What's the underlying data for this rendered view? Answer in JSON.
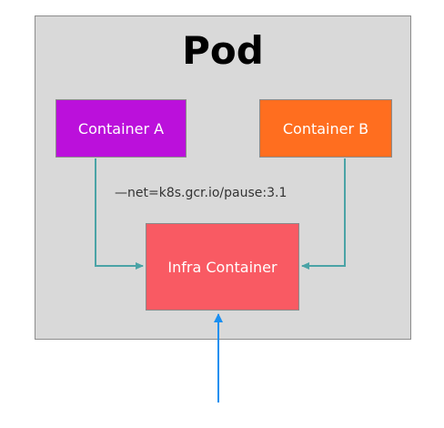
{
  "pod": {
    "title": "Pod",
    "background": "#d9d9d9"
  },
  "containers": {
    "a": {
      "label": "Container A",
      "color": "#bb10db"
    },
    "b": {
      "label": "Container B",
      "color": "#ff6e1f"
    },
    "infra": {
      "label": "Infra Container",
      "color": "#f95a63"
    }
  },
  "net_label": "—net=k8s.gcr.io/pause:3.1",
  "colors": {
    "connector": "#4aa3a6",
    "external_arrow": "#1a8ff0"
  }
}
